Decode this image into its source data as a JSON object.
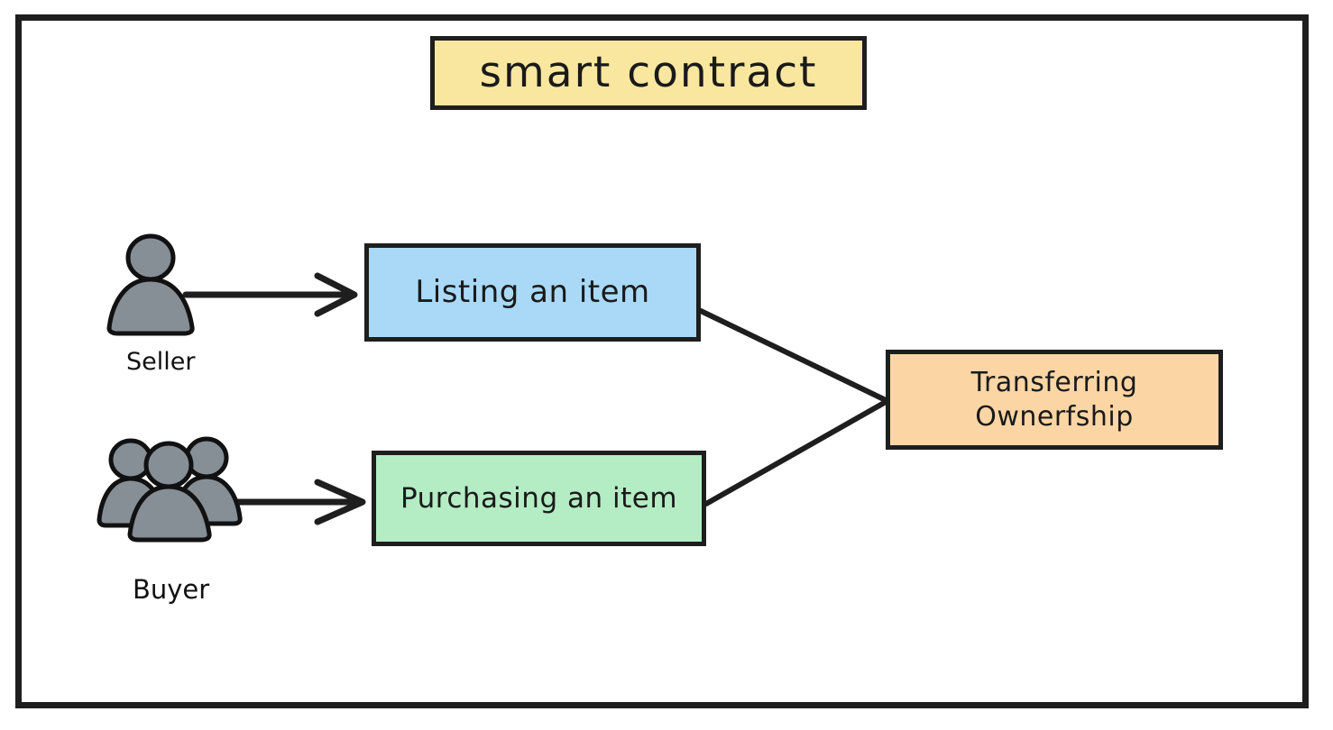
{
  "diagram": {
    "title_box": {
      "label": "smart contract",
      "fill": "#fae79f"
    },
    "actors": [
      {
        "id": "seller",
        "label": "Seller",
        "icon": "single-person-icon",
        "fill": "#868e96"
      },
      {
        "id": "buyer",
        "label": "Buyer",
        "icon": "group-of-people-icon",
        "fill": "#868e96"
      }
    ],
    "nodes": [
      {
        "id": "listing",
        "label": "Listing an item",
        "fill": "#a9d9f7"
      },
      {
        "id": "purchasing",
        "label": "Purchasing an item",
        "fill": "#b4ecc4"
      },
      {
        "id": "transfer",
        "label_line1": "Transferring",
        "label_line2": "Ownerfship",
        "fill": "#fbd6a4"
      }
    ],
    "edges": [
      {
        "id": "seller-to-listing",
        "from": "seller",
        "to": "listing",
        "style": "arrow"
      },
      {
        "id": "buyer-to-purchasing",
        "from": "buyer",
        "to": "purchasing",
        "style": "arrow"
      },
      {
        "id": "listing-to-transfer",
        "from": "listing",
        "to": "transfer",
        "style": "line"
      },
      {
        "id": "purchasing-to-transfer",
        "from": "purchasing",
        "to": "transfer",
        "style": "line"
      }
    ],
    "colors": {
      "stroke": "#1e1e1e",
      "background": "#ffffff",
      "actor_fill": "#868e96",
      "actor_outline": "#111111"
    }
  }
}
